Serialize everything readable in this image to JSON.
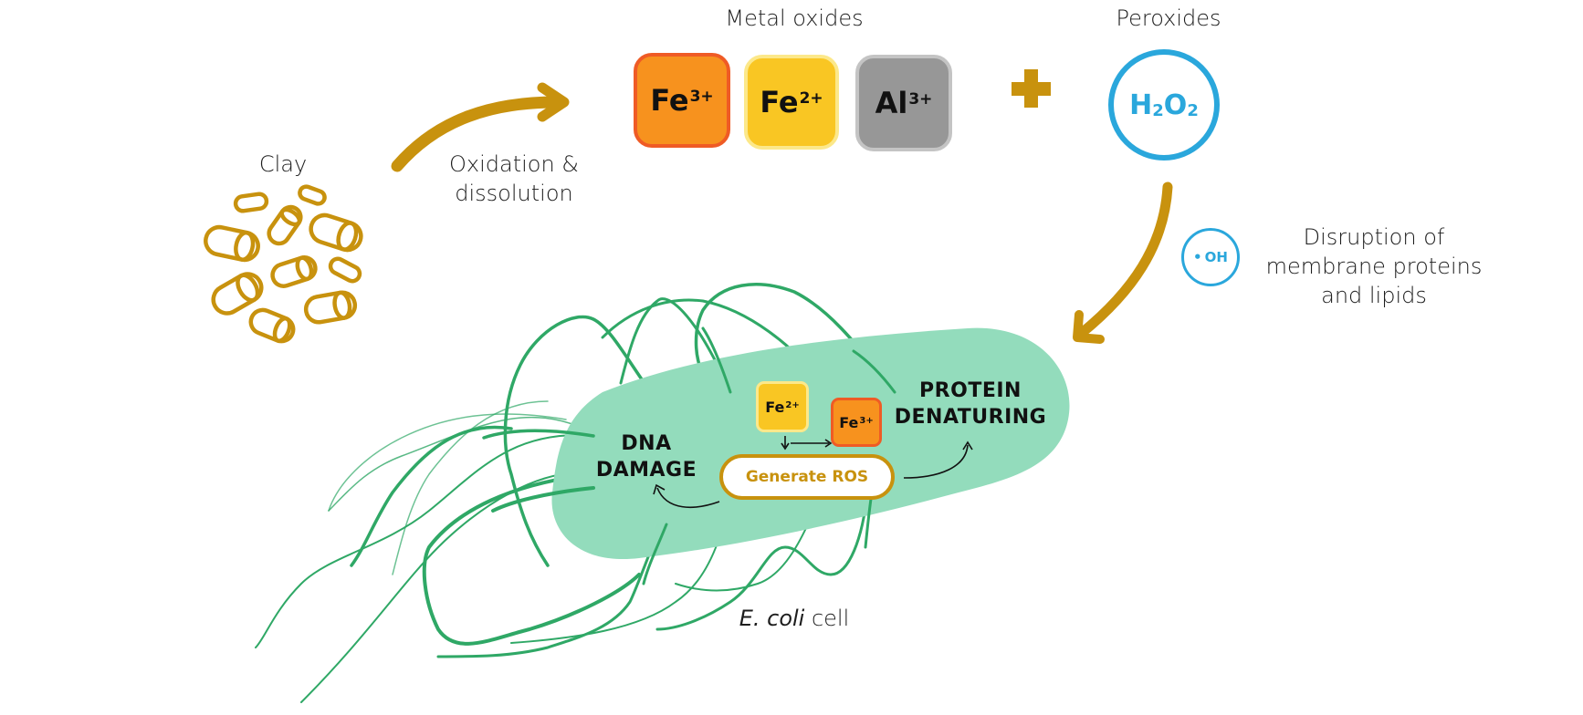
{
  "colors": {
    "gold": "#c8920e",
    "fe3": "#f7921e",
    "fe3_border": "#ef5b25",
    "fe2": "#f9c623",
    "fe2_border": "#fce88a",
    "al3": "#979797",
    "al3_border": "#c4c4c4",
    "peroxide_blue": "#2aa7dc",
    "cell_fill": "#93dcbc",
    "flagella": "#2fa866"
  },
  "labels": {
    "clay": "Clay",
    "oxidation_line1": "Oxidation &",
    "oxidation_line2": "dissolution",
    "metal_oxides": "Metal oxides",
    "peroxides": "Peroxides",
    "disruption_line1": "Disruption of",
    "disruption_line2": "membrane proteins",
    "disruption_line3": "and lipids",
    "dna_line1": "DNA",
    "dna_line2": "DAMAGE",
    "protein_line1": "PROTEIN",
    "protein_line2": "DENATURING",
    "generate_ros": "Generate ROS",
    "ecoli_italic": "E. coli",
    "ecoli_rest": " cell"
  },
  "ions": {
    "fe3": {
      "symbol": "Fe",
      "charge": "3+"
    },
    "fe2": {
      "symbol": "Fe",
      "charge": "2+"
    },
    "al3": {
      "symbol": "Al",
      "charge": "3+"
    }
  },
  "peroxide": {
    "h": "H",
    "two_a": "2",
    "o": "O",
    "two_b": "2"
  },
  "radical": {
    "dot": "•",
    "text": "OH"
  },
  "icons": {
    "plus": "plus-icon",
    "clay_particles": "clay-particles-icon",
    "arrow": "curved-arrow-icon"
  }
}
